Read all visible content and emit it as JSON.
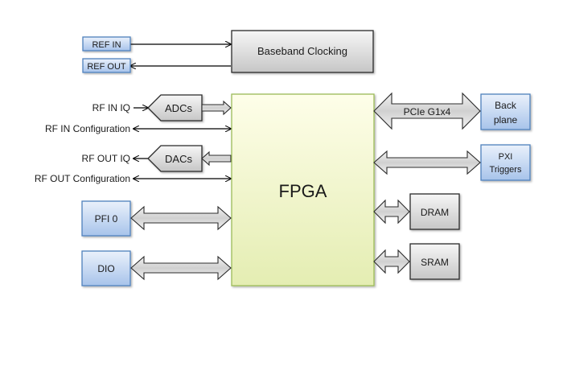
{
  "diagram": {
    "type": "block-diagram",
    "blocks": {
      "fpga": {
        "label": "FPGA"
      },
      "clocking": {
        "label": "Baseband Clocking"
      },
      "ref_in": {
        "label": "REF IN"
      },
      "ref_out": {
        "label": "REF OUT"
      },
      "adcs": {
        "label": "ADCs"
      },
      "dacs": {
        "label": "DACs"
      },
      "pfi0": {
        "label": "PFI 0"
      },
      "dio": {
        "label": "DIO"
      },
      "backplane": {
        "label_line1": "Back",
        "label_line2": "plane"
      },
      "pxi_triggers": {
        "label_line1": "PXI",
        "label_line2": "Triggers"
      },
      "dram": {
        "label": "DRAM"
      },
      "sram": {
        "label": "SRAM"
      }
    },
    "signals": {
      "rf_in_iq": "RF IN IQ",
      "rf_in_config": "RF IN Configuration",
      "rf_out_iq": "RF OUT IQ",
      "rf_out_config": "RF OUT Configuration",
      "pcie": "PCIe G1x4"
    },
    "connections": [
      {
        "from": "REF IN",
        "to": "Baseband Clocking",
        "direction": "forward"
      },
      {
        "from": "Baseband Clocking",
        "to": "REF OUT",
        "direction": "forward"
      },
      {
        "from": "RF IN IQ",
        "to": "ADCs",
        "direction": "forward"
      },
      {
        "from": "ADCs",
        "to": "FPGA",
        "direction": "forward"
      },
      {
        "from": "RF IN Configuration",
        "to": "FPGA",
        "direction": "bidirectional"
      },
      {
        "from": "FPGA",
        "to": "DACs",
        "direction": "forward"
      },
      {
        "from": "DACs",
        "to": "RF OUT IQ",
        "direction": "forward"
      },
      {
        "from": "RF OUT Configuration",
        "to": "FPGA",
        "direction": "bidirectional"
      },
      {
        "from": "PFI 0",
        "to": "FPGA",
        "direction": "bidirectional"
      },
      {
        "from": "DIO",
        "to": "FPGA",
        "direction": "bidirectional"
      },
      {
        "from": "FPGA",
        "to": "Back plane",
        "label": "PCIe G1x4",
        "direction": "bidirectional"
      },
      {
        "from": "FPGA",
        "to": "PXI Triggers",
        "direction": "bidirectional"
      },
      {
        "from": "FPGA",
        "to": "DRAM",
        "direction": "bidirectional"
      },
      {
        "from": "FPGA",
        "to": "SRAM",
        "direction": "bidirectional"
      }
    ],
    "colors": {
      "blue_fill_top": "#e8f0fb",
      "blue_fill_bottom": "#a9c4ea",
      "blue_border": "#4f81bd",
      "gray_fill_top": "#f4f4f4",
      "gray_fill_bottom": "#c8c8c8",
      "gray_border": "#2b2b2b",
      "fpga_fill_top": "#fdfde8",
      "fpga_fill_bottom": "#e4edb2",
      "fpga_border": "#9bbb59",
      "line": "#000000"
    }
  }
}
